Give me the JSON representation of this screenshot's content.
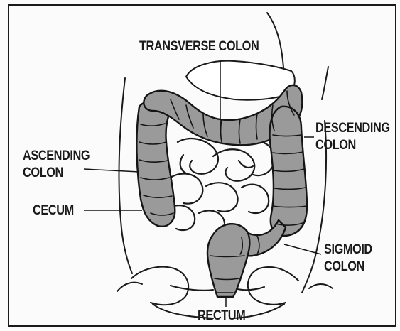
{
  "labels": {
    "transverse_colon": "TRANSVERSE COLON",
    "descending_colon_line1": "DESCENDING",
    "descending_colon_line2": "COLON",
    "ascending_colon_line1": "ASCENDING",
    "ascending_colon_line2": "COLON",
    "cecum": "CECUM",
    "sigmoid_colon_line1": "SIGMOID",
    "sigmoid_colon_line2": "COLON",
    "rectum": "RECTUM"
  },
  "colors": {
    "colon_fill": "#9a9a9a",
    "outline": "#151515",
    "paper": "#fbfbfb"
  }
}
